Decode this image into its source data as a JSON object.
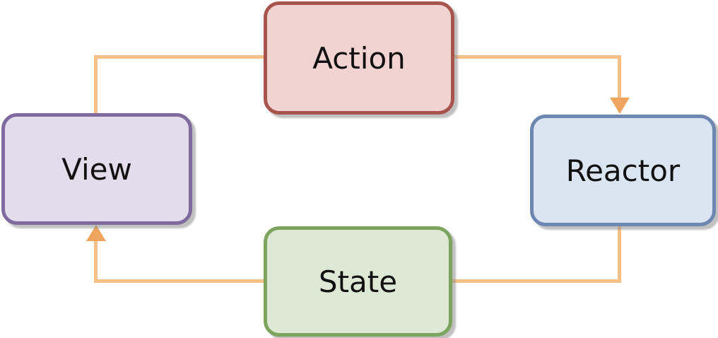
{
  "diagram": {
    "type": "cycle-flow-diagram",
    "nodes": [
      {
        "id": "action",
        "label": "Action"
      },
      {
        "id": "reactor",
        "label": "Reactor"
      },
      {
        "id": "state",
        "label": "State"
      },
      {
        "id": "view",
        "label": "View"
      }
    ],
    "edges": [
      {
        "from": "view",
        "to": "action",
        "style": "elbow",
        "arrowhead": false
      },
      {
        "from": "action",
        "to": "reactor",
        "style": "elbow",
        "arrowhead": true
      },
      {
        "from": "reactor",
        "to": "state",
        "style": "elbow",
        "arrowhead": false
      },
      {
        "from": "state",
        "to": "view",
        "style": "elbow",
        "arrowhead": true
      }
    ]
  },
  "colors": {
    "background": "#ffffff",
    "text": "#111111",
    "connector": "#f7c089",
    "arrowhead": "#efa45f",
    "action_fill": "#f1d3d1",
    "action_border": "#a8544e",
    "view_fill": "#e2dceb",
    "view_border": "#7e6a9d",
    "reactor_fill": "#dbe5f2",
    "reactor_border": "#6e87b0",
    "state_fill": "#dde9d4",
    "state_border": "#7ca45c"
  }
}
